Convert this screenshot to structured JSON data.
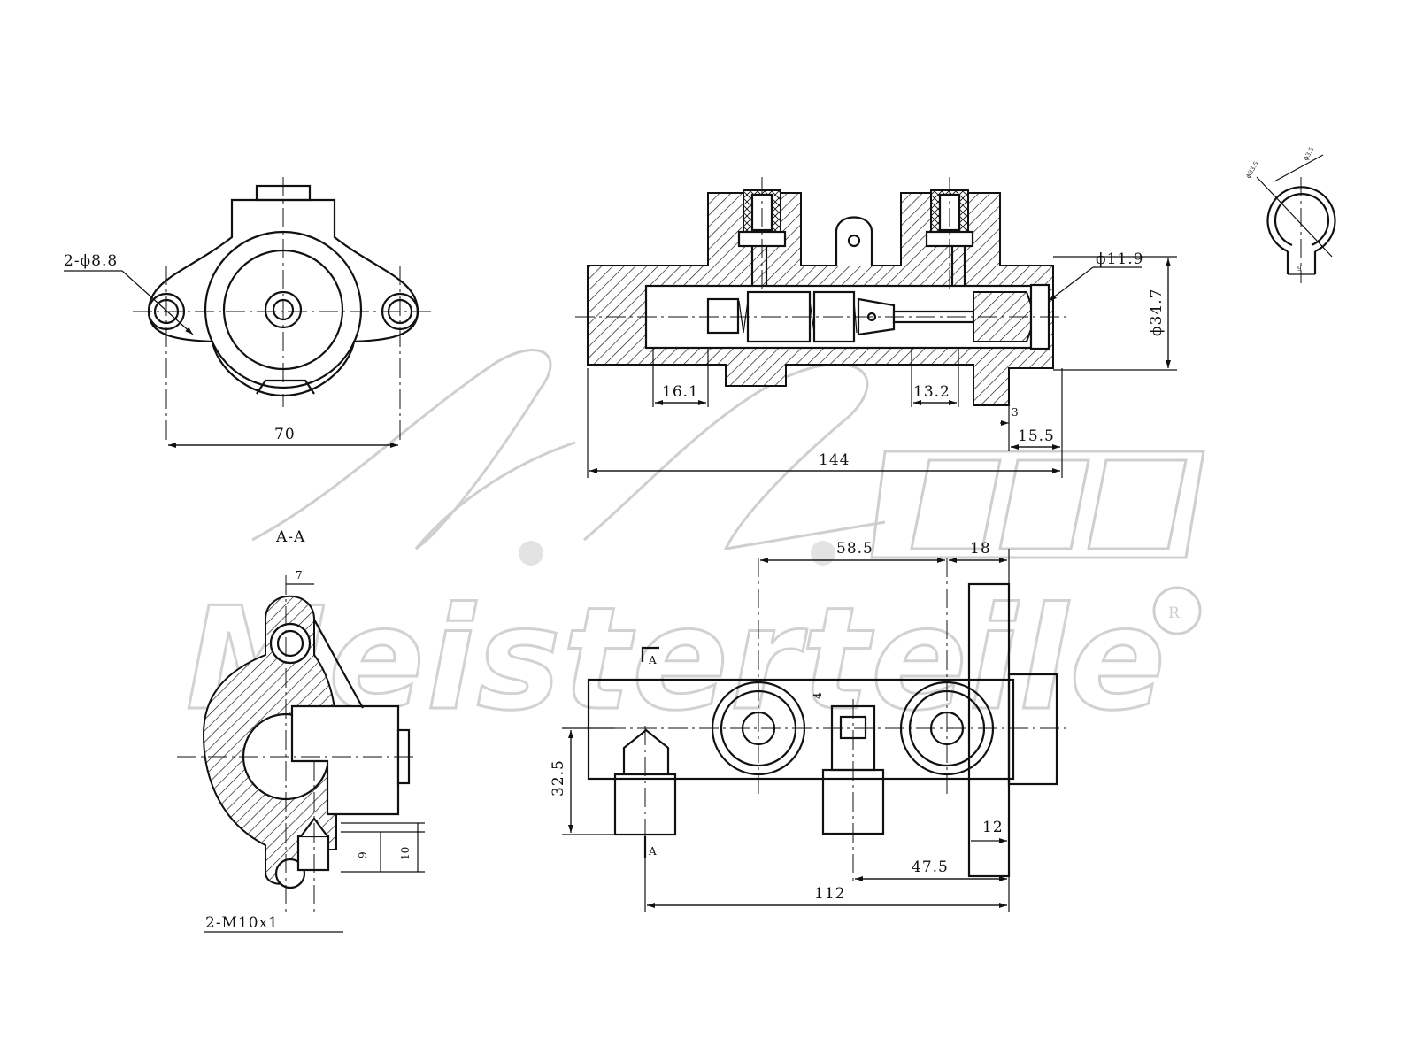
{
  "watermark": {
    "logo_letters": "A.L.",
    "brand": "Meisterteile",
    "registered_mark": "R"
  },
  "views": {
    "front": {
      "dim_holes": "2-ϕ8.8",
      "dim_width": "70"
    },
    "section_main": {
      "dim_bore": "ϕ11.9",
      "dim_outer": "ϕ34.7",
      "dim_left": "16.1",
      "dim_mid": "13.2",
      "dim_3": "3",
      "dim_15_5": "15.5",
      "dim_length": "144"
    },
    "section_aa": {
      "title": "A-A",
      "dim_7": "7",
      "dim_9": "9",
      "dim_10": "10",
      "dim_thread": "2-M10x1"
    },
    "top": {
      "dim_58_5": "58.5",
      "dim_18": "18",
      "dim_4": "4",
      "dim_32_5": "32.5",
      "dim_12": "12",
      "dim_47_5": "47.5",
      "dim_112": "112",
      "cut_mark": "A"
    },
    "detail": {
      "dim_a": "ϕ33.5",
      "dim_b": "ϕ3.5",
      "dim_c": "9"
    }
  }
}
